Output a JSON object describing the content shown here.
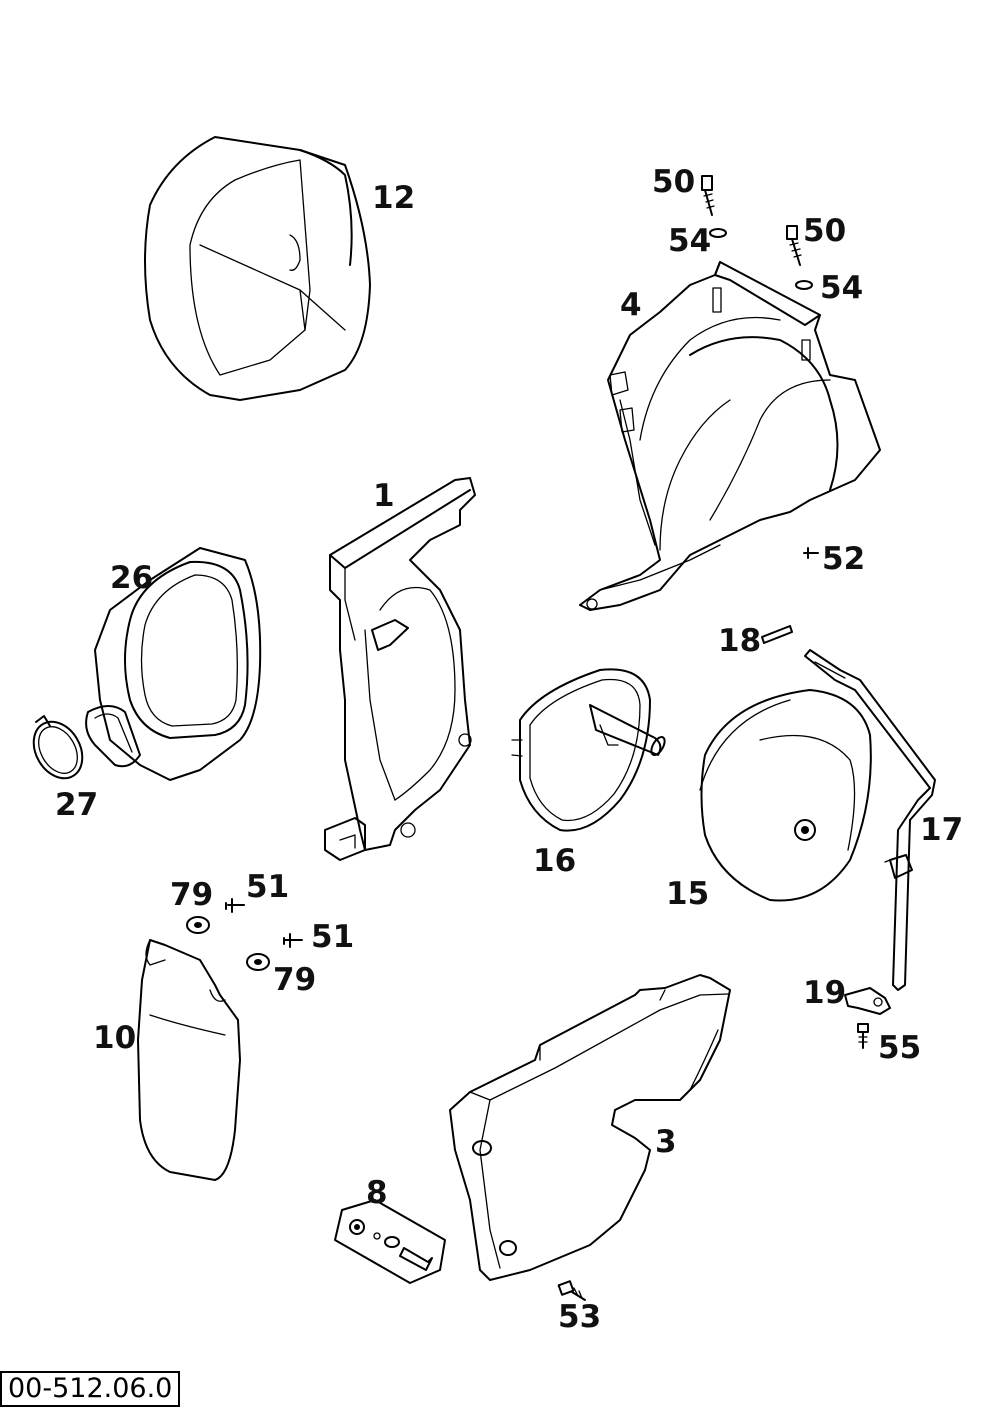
{
  "diagram": {
    "reference_code": "00-512.06.0",
    "labels": {
      "l12": "12",
      "l50a": "50",
      "l54a": "54",
      "l50b": "50",
      "l54b": "54",
      "l4": "4",
      "l1": "1",
      "l26": "26",
      "l52": "52",
      "l18": "18",
      "l27": "27",
      "l16": "16",
      "l17": "17",
      "l15": "15",
      "l79a": "79",
      "l51a": "51",
      "l51b": "51",
      "l79b": "79",
      "l19": "19",
      "l55": "55",
      "l10": "10",
      "l3": "3",
      "l8": "8",
      "l53": "53"
    }
  }
}
